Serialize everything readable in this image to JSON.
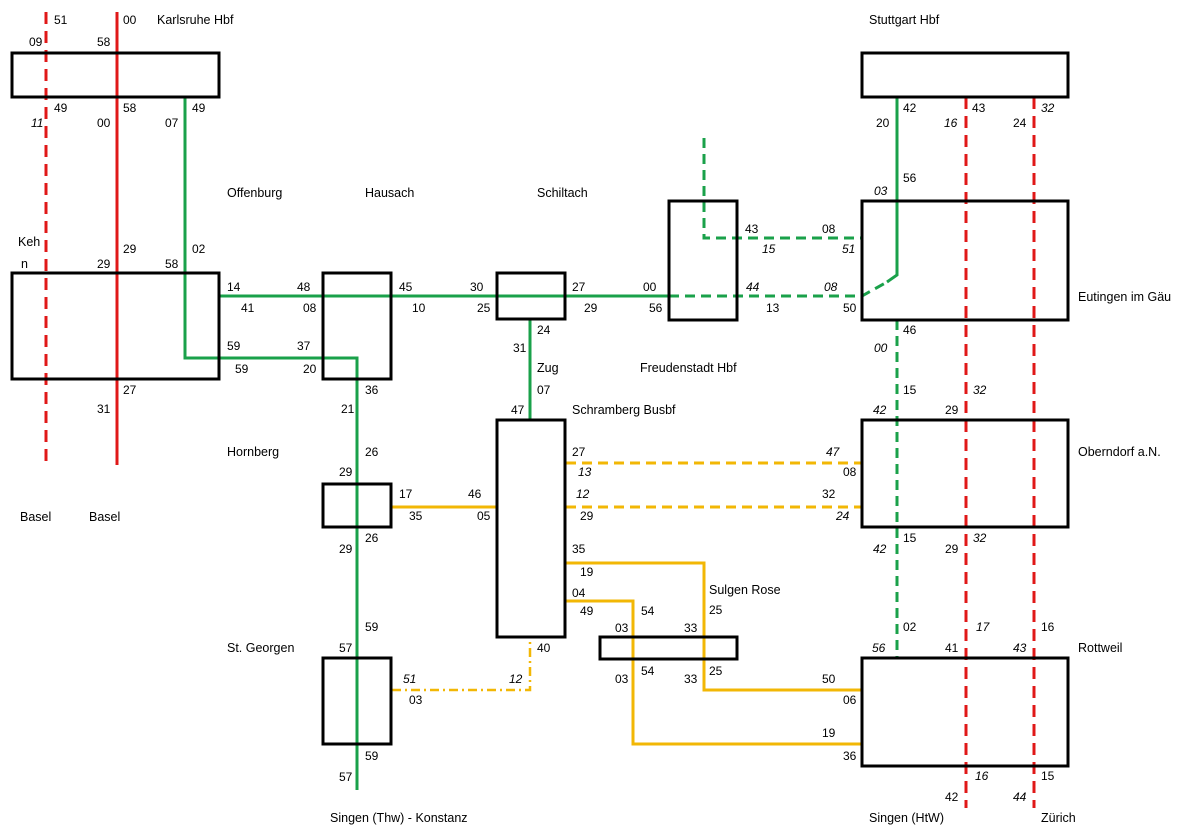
{
  "colors": {
    "green": "#1aa14a",
    "red": "#e01818",
    "yellow": "#f2b705"
  },
  "stations": {
    "karlsruhe": "Karlsruhe Hbf",
    "stuttgart": "Stuttgart Hbf",
    "offenburg": "Offenburg",
    "hausach": "Hausach",
    "schiltach": "Schiltach",
    "kehl_top": "Keh",
    "kehl_bottom": "n",
    "eutingen": "Eutingen im Gäu",
    "freudenstadt": "Freudenstadt Hbf",
    "zug": "Zug",
    "schramberg": "Schramberg Busbf",
    "hornberg": "Hornberg",
    "oberndorf": "Oberndorf a.N.",
    "basel1": "Basel",
    "basel2": "Basel",
    "sulgen": "Sulgen Rose",
    "stgeorgen": "St. Georgen",
    "rottweil": "Rottweil",
    "singen_konstanz": "Singen (Thw) - Konstanz",
    "singen_htw": "Singen (HtW)",
    "zuerich": "Zürich"
  },
  "times": {
    "t1": "51",
    "t2": "00",
    "t3": "09",
    "t4": "58",
    "t5": "11",
    "t6": "49",
    "t7": "00",
    "t8": "58",
    "t9": "07",
    "t10": "49",
    "t11": "20",
    "t12": "42",
    "t13": "16",
    "t14": "43",
    "t15": "24",
    "t16": "32",
    "t17": "03",
    "t18": "56",
    "t19": "29",
    "t20": "29",
    "t21": "58",
    "t22": "02",
    "t23": "43",
    "t24": "08",
    "t25": "15",
    "t26": "51",
    "t27": "14",
    "t28": "41",
    "t29": "48",
    "t30": "08",
    "t31": "45",
    "t32": "10",
    "t33": "30",
    "t34": "25",
    "t35": "27",
    "t36": "29",
    "t37": "00",
    "t38": "56",
    "t39": "44",
    "t40": "13",
    "t41": "08",
    "t42": "50",
    "t43": "59",
    "t44": "59",
    "t45": "37",
    "t46": "20",
    "t47": "24",
    "t48": "31",
    "t49": "07",
    "t50": "46",
    "t51": "00",
    "t52": "27",
    "t53": "31",
    "t54": "36",
    "t55": "21",
    "t56": "47",
    "t57": "42",
    "t58": "15",
    "t59": "29",
    "t60": "32",
    "t61": "26",
    "t62": "29",
    "t63": "27",
    "t64": "13",
    "t65": "47",
    "t66": "08",
    "t67": "17",
    "t68": "35",
    "t69": "46",
    "t70": "05",
    "t71": "12",
    "t72": "29",
    "t73": "32",
    "t74": "24",
    "t75": "29",
    "t76": "26",
    "t77": "42",
    "t78": "15",
    "t79": "29",
    "t80": "32",
    "t81": "35",
    "t82": "19",
    "t83": "25",
    "t84": "04",
    "t85": "49",
    "t86": "03",
    "t87": "54",
    "t88": "33",
    "t89": "02",
    "t90": "17",
    "t91": "16",
    "t92": "59",
    "t93": "56",
    "t94": "41",
    "t95": "43",
    "t96": "57",
    "t97": "40",
    "t98": "51",
    "t99": "12",
    "t100": "03",
    "t101": "03",
    "t102": "54",
    "t103": "33",
    "t104": "25",
    "t105": "50",
    "t106": "06",
    "t107": "19",
    "t108": "36",
    "t109": "59",
    "t110": "57",
    "t111": "42",
    "t112": "16",
    "t113": "44",
    "t114": "15"
  }
}
